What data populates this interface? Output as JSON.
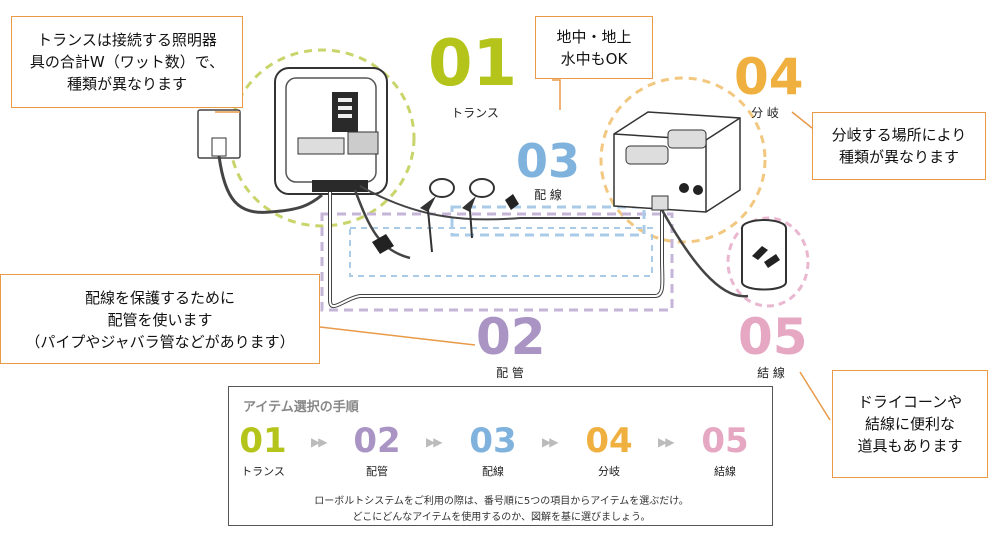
{
  "callouts": {
    "trans": [
      "トランスは接続する照明器",
      "具の合計W（ワット数）で、",
      "種類が異なります"
    ],
    "underground": [
      "地中・地上",
      "水中もOK"
    ],
    "branch": [
      "分岐する場所により",
      "種類が異なります"
    ],
    "pipe": [
      "配線を保護するために",
      "配管を使います",
      "（パイプやジャバラ管などがあります）"
    ],
    "tools": [
      "ドライコーンや",
      "結線に便利な",
      "道具もあります"
    ]
  },
  "items": [
    {
      "num": "01",
      "label": "トランス",
      "color": "#b5c41a"
    },
    {
      "num": "02",
      "label": "配 管",
      "color": "#a994c4"
    },
    {
      "num": "03",
      "label": "配 線",
      "color": "#7fb2dc"
    },
    {
      "num": "04",
      "label": "分 岐",
      "color": "#efb040"
    },
    {
      "num": "05",
      "label": "結 線",
      "color": "#e6a7c2"
    }
  ],
  "guide": {
    "title": "アイテム選択の手順",
    "steps": [
      {
        "num": "01",
        "label": "トランス"
      },
      {
        "num": "02",
        "label": "配管"
      },
      {
        "num": "03",
        "label": "配線"
      },
      {
        "num": "04",
        "label": "分岐"
      },
      {
        "num": "05",
        "label": "結線"
      }
    ],
    "arrow": "▶▶",
    "note1": "ローボルトシステムをご利用の際は、番号順に5つの項目からアイテムを選ぶだけ。",
    "note2": "どこにどんなアイテムを使用するのか、図解を基に選びましょう。"
  }
}
